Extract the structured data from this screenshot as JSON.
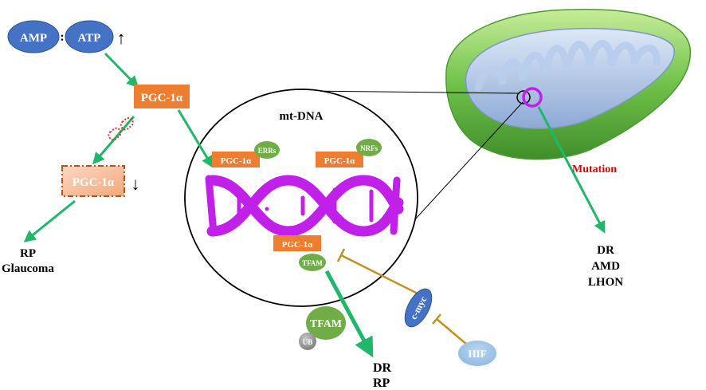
{
  "energy": {
    "amp": "AMP",
    "separator": ":",
    "atp": "ATP",
    "arrow": "↑"
  },
  "pgc_main": "PGC-1α",
  "pgc_low": {
    "label": "PGC-1α",
    "arrow": "↓"
  },
  "outcome_left": {
    "line1": "RP",
    "line2": "Glaucoma"
  },
  "nucleus": {
    "title": "mt-DNA",
    "complex1": {
      "pgc": "PGC-1α",
      "partner": "ERRs"
    },
    "complex2": {
      "pgc": "PGC-1α",
      "partner": "NRFs"
    },
    "complex3": {
      "pgc": "PGC-1α",
      "partner": "TFAM"
    }
  },
  "degradation": {
    "tfam": "TFAM",
    "ub": "UB"
  },
  "outcome_bottom": {
    "line1": "DR",
    "line2": "RP"
  },
  "regulators": {
    "cmyc": "c-myc",
    "hif": "HIF"
  },
  "mitochondria": {
    "mutation": "Mutation",
    "outcome": {
      "line1": "DR",
      "line2": "AMD",
      "line3": "LHON"
    }
  },
  "colors": {
    "pgc_orange": "#ed7d31",
    "arrow_green": "#1fb86a",
    "node_blue": "#4472c4",
    "partner_green": "#70ad47",
    "dna_purple": "#c020e8",
    "inhibit_gold": "#c09020",
    "mutation_red": "#e00000",
    "hif_blue": "#9dc3e6"
  }
}
